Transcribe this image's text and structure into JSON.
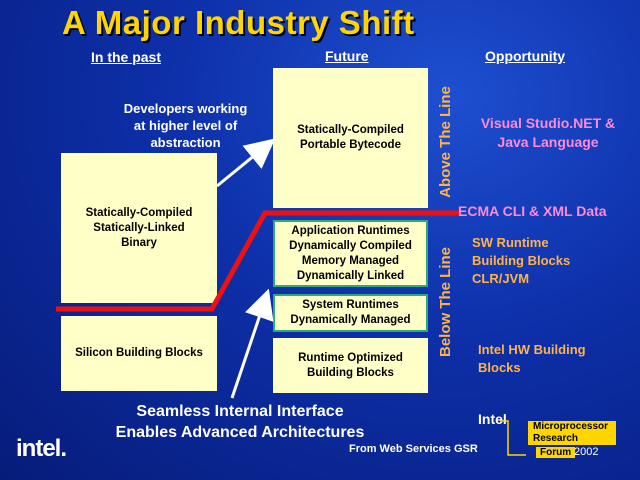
{
  "title": "A Major Industry Shift",
  "columns": {
    "past": "In the past",
    "future": "Future",
    "opportunity": "Opportunity"
  },
  "past_boxes": {
    "binary": [
      "Statically-Compiled",
      "Statically-Linked",
      "Binary"
    ],
    "silicon": "Silicon Building Blocks"
  },
  "future_boxes": {
    "bytecode": [
      "Statically-Compiled",
      "Portable Bytecode"
    ],
    "app_runtimes": [
      "Application Runtimes",
      "Dynamically Compiled",
      "Memory Managed",
      "Dynamically Linked"
    ],
    "system_runtimes": [
      "System Runtimes",
      "Dynamically Managed"
    ],
    "runtime_optimized": [
      "Runtime Optimized",
      "Building Blocks"
    ]
  },
  "developers_note": [
    "Developers working",
    "at higher level of",
    "abstraction"
  ],
  "above_the_line": "Above The Line",
  "below_the_line": "Below The Line",
  "opportunities": {
    "visual_studio": [
      "Visual Studio.NET &",
      "Java Language"
    ],
    "ecma": "ECMA CLI & XML Data",
    "sw_runtime": [
      "SW Runtime",
      "Building Blocks",
      "CLR/JVM"
    ],
    "intel_hw": [
      "Intel HW Building",
      "Blocks"
    ]
  },
  "bottom_text": [
    "Seamless Internal Interface",
    "Enables Advanced Architectures"
  ],
  "source": "From Web Services GSR",
  "logos": {
    "intel_corner": "intel.",
    "forum_brand": "Intel",
    "forum_lines": [
      "Microprocessor",
      "Research",
      "Forum"
    ],
    "forum_year": "2002"
  },
  "colors": {
    "title": "#ffd500",
    "box": "#ffffc8",
    "line": "#ee1111",
    "opportunity_pink": "#ff8ad8",
    "opportunity_orange": "#ffb347"
  }
}
